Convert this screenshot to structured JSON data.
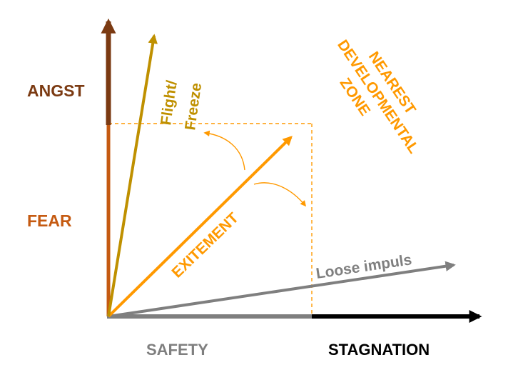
{
  "labels": {
    "angst": "ANGST",
    "fear": "FEAR",
    "safety": "SAFETY",
    "stagnation": "STAGNATION",
    "flight_line1": "Flight/",
    "flight_line2": "Freeze",
    "excitement": "EXITEMENT",
    "loose_impulse": "Loose impuls",
    "zone_line1": "NEAREST",
    "zone_line2": "DEVELOPMENTAL",
    "zone_line3": "ZONE"
  },
  "colors": {
    "angst": "#7b3a12",
    "fear": "#c55a11",
    "flight": "#bf9000",
    "excitement": "#ff9900",
    "impulse": "#7f7f7f",
    "safety": "#7f7f7f",
    "stagnation": "#000000",
    "zone": "#ff9900",
    "dashed": "#ff9900"
  }
}
